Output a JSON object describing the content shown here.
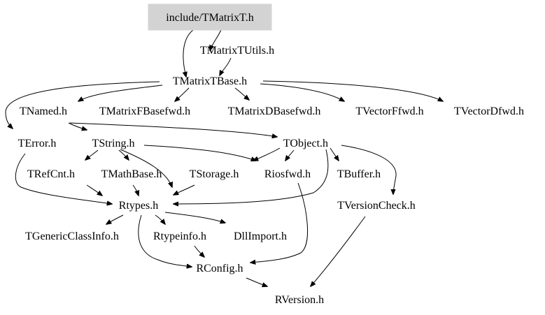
{
  "graph": {
    "root_fill": "#d3d3d3",
    "edge_color": "#000000",
    "nodes": {
      "root": "include/TMatrixT.h",
      "tmatrixtutils": "TMatrixTUtils.h",
      "tmatrixtbase": "TMatrixTBase.h",
      "tnamed": "TNamed.h",
      "tmatrixfbasefwd": "TMatrixFBasefwd.h",
      "tmatrixdbasefwd": "TMatrixDBasefwd.h",
      "tvectorffwd": "TVectorFfwd.h",
      "tvectordfwd": "TVectorDfwd.h",
      "terror": "TError.h",
      "tstring": "TString.h",
      "tobject": "TObject.h",
      "trefcnt": "TRefCnt.h",
      "tmathbase": "TMathBase.h",
      "tstorage": "TStorage.h",
      "riosfwd": "Riosfwd.h",
      "tbuffer": "TBuffer.h",
      "rtypes": "Rtypes.h",
      "tversioncheck": "TVersionCheck.h",
      "tgenericclassinfo": "TGenericClassInfo.h",
      "rtypeinfo": "Rtypeinfo.h",
      "dllimport": "DllImport.h",
      "rconfig": "RConfig.h",
      "rversion": "RVersion.h"
    }
  }
}
